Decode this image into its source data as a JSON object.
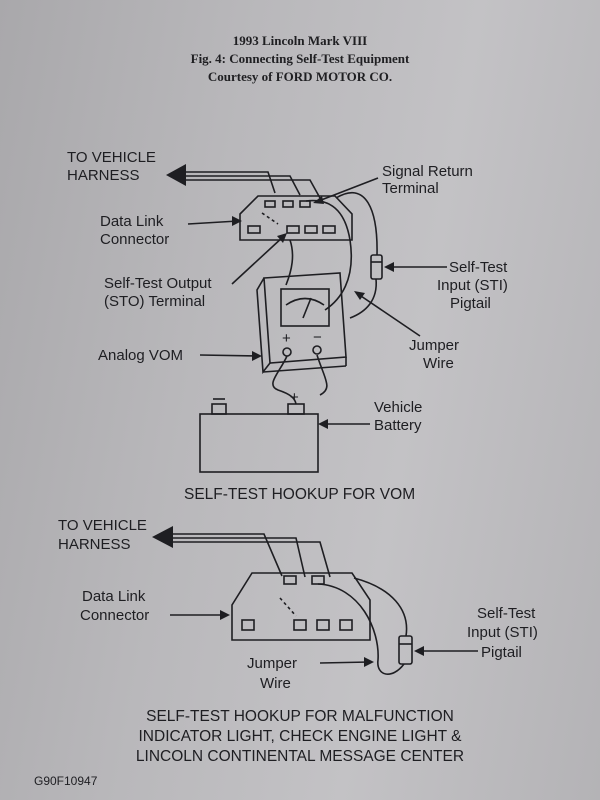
{
  "header": {
    "line1": "1993 Lincoln Mark VIII",
    "line2": "Fig. 4: Connecting Self-Test Equipment",
    "line3": "Courtesy of FORD MOTOR CO."
  },
  "top_diagram": {
    "to_vehicle_1": "TO VEHICLE",
    "to_vehicle_2": "HARNESS",
    "data_link_1": "Data Link",
    "data_link_2": "Connector",
    "signal_return_1": "Signal Return",
    "signal_return_2": "Terminal",
    "sto_1": "Self-Test Output",
    "sto_2": "(STO) Terminal",
    "sti_1": "Self-Test",
    "sti_2": "Input (STI)",
    "sti_3": "Pigtail",
    "jumper_1": "Jumper",
    "jumper_2": "Wire",
    "vom": "Analog VOM",
    "battery_1": "Vehicle",
    "battery_2": "Battery",
    "plus": "+",
    "minus": "−",
    "caption": "SELF-TEST HOOKUP FOR VOM"
  },
  "bottom_diagram": {
    "to_vehicle_1": "TO VEHICLE",
    "to_vehicle_2": "HARNESS",
    "data_link_1": "Data Link",
    "data_link_2": "Connector",
    "sti_1": "Self-Test",
    "sti_2": "Input (STI)",
    "sti_3": "Pigtail",
    "jumper_1": "Jumper",
    "jumper_2": "Wire",
    "caption_1": "SELF-TEST HOOKUP FOR MALFUNCTION",
    "caption_2": "INDICATOR LIGHT, CHECK ENGINE LIGHT &",
    "caption_3": "LINCOLN CONTINENTAL MESSAGE CENTER"
  },
  "figure_code": "G90F10947"
}
